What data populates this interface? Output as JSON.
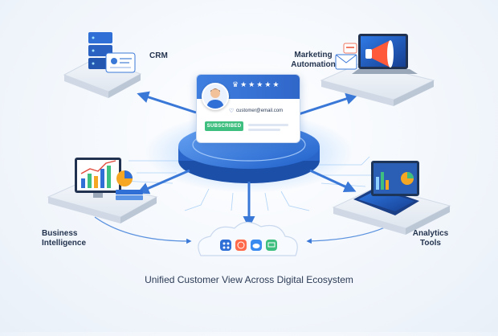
{
  "center": {
    "email": "customer@email.com",
    "badge": "SUBSCRIBED",
    "rating_stars": 5
  },
  "nodes": {
    "crm": "CRM",
    "marketing_line1": "Marketing",
    "marketing_line2": "Automation",
    "bi_line1": "Business",
    "bi_line2": "Intelligence",
    "analytics_line1": "Analytics",
    "analytics_line2": "Tools"
  },
  "caption": "Unified Customer View Across Digital Ecosystem",
  "colors": {
    "accent_blue": "#2f6fd6",
    "subscribed_green": "#3fbf7f",
    "arrow_blue": "#3a78d8"
  },
  "cloud_icons": [
    "app-grid-icon",
    "globe-icon",
    "cloud-icon",
    "display-icon"
  ]
}
